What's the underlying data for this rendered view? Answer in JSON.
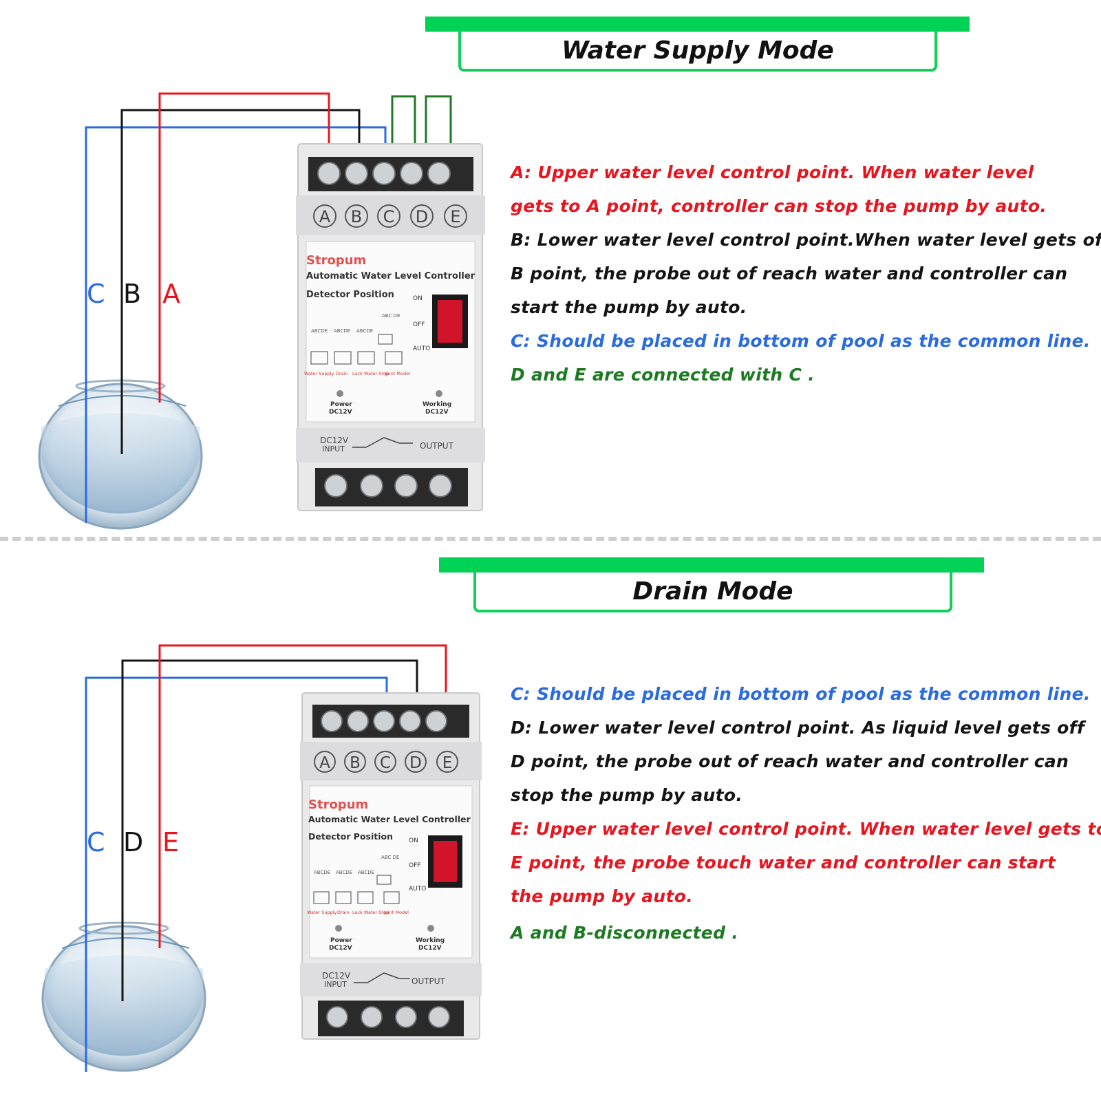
{
  "supply": {
    "title": "Water Supply Mode",
    "labels": {
      "c": "C",
      "b": "B",
      "a": "A"
    },
    "lines": [
      {
        "text": "A:  Upper water level control point. When water level",
        "color": "#e8141e"
      },
      {
        "text": "gets to A point, controller can stop the pump by auto.",
        "color": "#e8141e"
      },
      {
        "text": "B:  Lower water level control point.When water level gets off",
        "color": "#141414"
      },
      {
        "text": "B point, the probe out of reach water and controller can",
        "color": "#141414"
      },
      {
        "text": "start the pump by auto.",
        "color": "#141414"
      },
      {
        "text": "C:  Should be placed in bottom of pool as the common line.",
        "color": "#2a6be0"
      },
      {
        "text": "D and E are connected with C .",
        "color": "#1d7a22"
      }
    ]
  },
  "drain": {
    "title": "Drain Mode",
    "labels": {
      "c": "C",
      "d": "D",
      "e": "E"
    },
    "lines": [
      {
        "text": "C:  Should be placed in bottom of pool as the common line.",
        "color": "#2a6be0"
      },
      {
        "text": "D:  Lower water level control point. As liquid level gets off",
        "color": "#141414"
      },
      {
        "text": "D point, the probe out of reach water and controller can",
        "color": "#141414"
      },
      {
        "text": "stop the pump by auto.",
        "color": "#141414"
      },
      {
        "text": "E:  Upper water level control point. When water level gets to",
        "color": "#e8141e"
      },
      {
        "text": "E point, the probe touch water and controller can start",
        "color": "#e8141e"
      },
      {
        "text": "the pump by auto.",
        "color": "#e8141e"
      },
      {
        "text": "A and B-disconnected .",
        "color": "#1d7a22"
      }
    ]
  },
  "device": {
    "terminals": [
      "A",
      "B",
      "C",
      "D",
      "E"
    ],
    "brand": "Stropum",
    "model": "Automatic Water Level Controller",
    "detector": "Detector Position",
    "switch_on": "ON",
    "switch_off": "OFF",
    "switch_auto": "AUTO",
    "diagram_head_1": "ABCDE",
    "diagram_head_2": "ABCDE",
    "diagram_head_3": "ABCDE",
    "diagram_head_4": "ABC  DE",
    "mode_1": "Water Supply",
    "mode_2": "Drain",
    "mode_3": "Lack Water Stop",
    "mode_4": "Joint Model",
    "power": "Power",
    "power_v": "DC12V",
    "working": "Working",
    "working_v": "DC12V",
    "input_v": "DC12V",
    "input": "INPUT",
    "output": "OUTPUT"
  },
  "colors": {
    "red": "#e8141e",
    "black": "#141414",
    "blue": "#2a6be0",
    "green": "#1d7a22",
    "banner": "#00d256"
  }
}
